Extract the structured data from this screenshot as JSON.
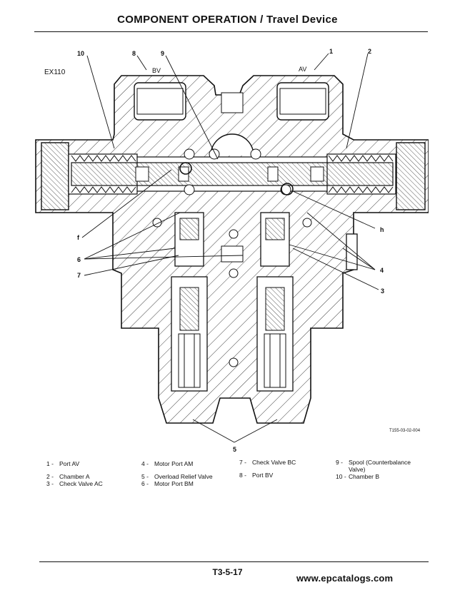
{
  "header": {
    "title": "COMPONENT OPERATION / Travel Device"
  },
  "figure": {
    "model_label": "EX110",
    "port_labels": {
      "bv": "BV",
      "av": "AV"
    },
    "callouts": {
      "c10": "10",
      "c8": "8",
      "c9": "9",
      "c1": "1",
      "c2": "2",
      "cf": "f",
      "c6": "6",
      "c7": "7",
      "ch": "h",
      "c4": "4",
      "c3": "3",
      "c5": "5"
    },
    "figure_id": "T155-03-02-004"
  },
  "legend": {
    "items": [
      {
        "num": "1 -",
        "text": "Port AV"
      },
      {
        "num": "2 -",
        "text": "Chamber A"
      },
      {
        "num": "3 -",
        "text": "Check Valve AC"
      },
      {
        "num": "4 -",
        "text": "Motor Port AM"
      },
      {
        "num": "5 -",
        "text": "Overload Relief Valve"
      },
      {
        "num": "6 -",
        "text": "Motor Port BM"
      },
      {
        "num": "7 -",
        "text": "Check Valve BC"
      },
      {
        "num": "8 -",
        "text": "Port BV"
      },
      {
        "num": "9 -",
        "text": "Spool (Counterbalance"
      },
      {
        "num": "",
        "text": "Valve)"
      },
      {
        "num": "10 -",
        "text": "Chamber B"
      }
    ]
  },
  "footer": {
    "page_number": "T3-5-17",
    "website": "www.epcatalogs.com"
  }
}
